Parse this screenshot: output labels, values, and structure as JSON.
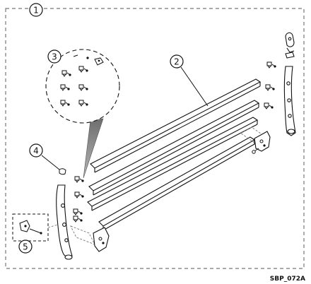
{
  "diagram": {
    "callouts": [
      {
        "id": "1",
        "label": "1"
      },
      {
        "id": "2",
        "label": "2"
      },
      {
        "id": "3",
        "label": "3"
      },
      {
        "id": "4",
        "label": "4"
      },
      {
        "id": "5",
        "label": "5"
      }
    ],
    "figure_code": "SBP_072A",
    "colors": {
      "line": "#111111",
      "dash": "#777777",
      "leader_fill": "#8a8a8a"
    }
  }
}
